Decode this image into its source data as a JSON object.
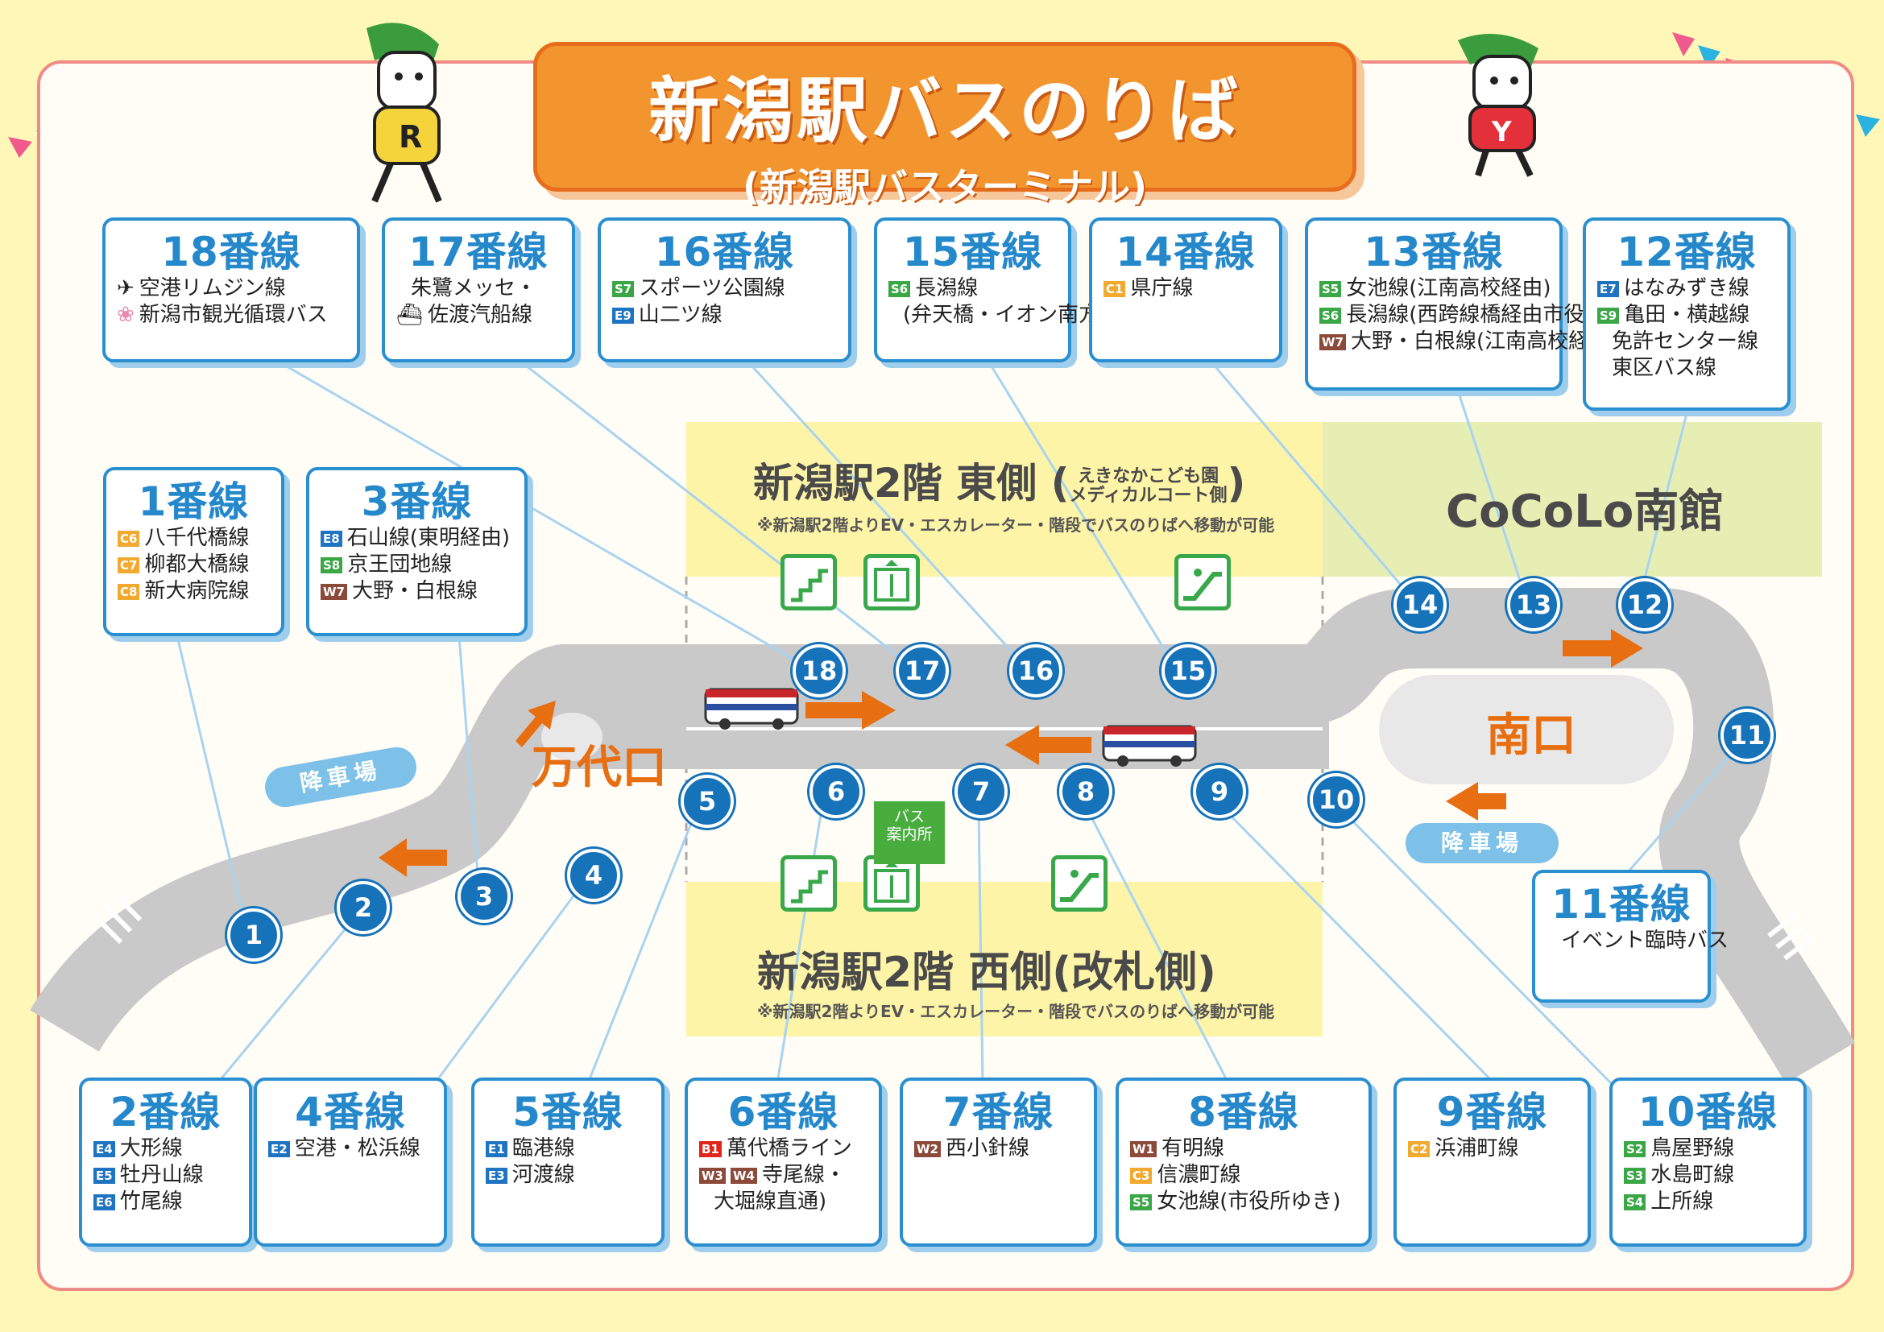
{
  "title": {
    "main": "新潟駅バスのりば",
    "sub": "(新潟駅バスターミナル)"
  },
  "areas": {
    "east": {
      "name": "新潟駅2階 東側",
      "paren_open": "(",
      "paren_l1": "えきなかこども園",
      "paren_l2": "メディカルコート側",
      "paren_close": ")",
      "note": "※新潟駅2階よりEV・エスカレーター・階段でバスのりばへ移動が可能"
    },
    "west": {
      "name": "新潟駅2階 西側(改札側)",
      "note": "※新潟駅2階よりEV・エスカレーター・階段でバスのりばへ移動が可能"
    },
    "cocolo": {
      "name": "CoCoLo南館"
    }
  },
  "gates": {
    "bandai": "万代口",
    "minami": "南口"
  },
  "drop_off": {
    "left": "降車場",
    "right": "降車場"
  },
  "info_booth": {
    "l1": "バス",
    "l2": "案内所"
  },
  "stops": [
    "1",
    "2",
    "3",
    "4",
    "5",
    "6",
    "7",
    "8",
    "9",
    "10",
    "11",
    "12",
    "13",
    "14",
    "15",
    "16",
    "17",
    "18"
  ],
  "colors": {
    "road": "#c9c9c9",
    "line_blue": "#2588cb",
    "stop_blue": "#1672b9",
    "arrow": "#e86e12",
    "east_area": "#fdf4a8",
    "cocolo_area": "#e6eeb4"
  },
  "lines": {
    "l18": {
      "title": "18番線",
      "routes": [
        {
          "icon": "airplane-icon",
          "badge": "",
          "color": "",
          "text": "空港リムジン線"
        },
        {
          "icon": "tulip-icon",
          "badge": "",
          "color": "",
          "text": "新潟市観光循環バス"
        }
      ]
    },
    "l17": {
      "title": "17番線",
      "routes": [
        {
          "icon": "",
          "badge": "",
          "color": "",
          "text": "朱鷺メッセ・"
        },
        {
          "icon": "ship-icon",
          "badge": "",
          "color": "",
          "text": "佐渡汽船線"
        }
      ]
    },
    "l16": {
      "title": "16番線",
      "routes": [
        {
          "icon": "",
          "badge": "S7",
          "color": "#3aa645",
          "text": "スポーツ公園線"
        },
        {
          "icon": "",
          "badge": "E9",
          "color": "#1e74c2",
          "text": "山二ツ線"
        }
      ]
    },
    "l15": {
      "title": "15番線",
      "routes": [
        {
          "icon": "",
          "badge": "S6",
          "color": "#3aa645",
          "text": "長潟線"
        },
        {
          "icon": "",
          "badge": "",
          "color": "",
          "text": "(弁天橋・イオン南方面)"
        }
      ]
    },
    "l14": {
      "title": "14番線",
      "routes": [
        {
          "icon": "",
          "badge": "C1",
          "color": "#f2a92f",
          "text": "県庁線"
        }
      ]
    },
    "l13": {
      "title": "13番線",
      "routes": [
        {
          "icon": "",
          "badge": "S5",
          "color": "#3aa645",
          "text": "女池線(江南高校経由)"
        },
        {
          "icon": "",
          "badge": "S6",
          "color": "#3aa645",
          "text": "長潟線(西跨線橋経由市役所ゆき)"
        },
        {
          "icon": "",
          "badge": "W7",
          "color": "#8b4a3a",
          "text": "大野・白根線(江南高校経由)"
        }
      ]
    },
    "l12": {
      "title": "12番線",
      "routes": [
        {
          "icon": "",
          "badge": "E7",
          "color": "#1e74c2",
          "text": "はなみずき線"
        },
        {
          "icon": "",
          "badge": "S9",
          "color": "#3aa645",
          "text": "亀田・横越線"
        },
        {
          "icon": "",
          "badge": "",
          "color": "",
          "text": "免許センター線"
        },
        {
          "icon": "",
          "badge": "",
          "color": "",
          "text": "東区バス線"
        }
      ]
    },
    "l1": {
      "title": "1番線",
      "routes": [
        {
          "icon": "",
          "badge": "C6",
          "color": "#f2a92f",
          "text": "八千代橋線"
        },
        {
          "icon": "",
          "badge": "C7",
          "color": "#f2a92f",
          "text": "柳都大橋線"
        },
        {
          "icon": "",
          "badge": "C8",
          "color": "#f2a92f",
          "text": "新大病院線"
        }
      ]
    },
    "l3": {
      "title": "3番線",
      "routes": [
        {
          "icon": "",
          "badge": "E8",
          "color": "#1e74c2",
          "text": "石山線(東明経由)"
        },
        {
          "icon": "",
          "badge": "S8",
          "color": "#3aa645",
          "text": "京王団地線"
        },
        {
          "icon": "",
          "badge": "W7",
          "color": "#8b4a3a",
          "text": "大野・白根線"
        }
      ]
    },
    "l11": {
      "title": "11番線",
      "routes": [
        {
          "icon": "",
          "badge": "",
          "color": "",
          "text": "イベント臨時バス"
        }
      ]
    },
    "l2": {
      "title": "2番線",
      "routes": [
        {
          "icon": "",
          "badge": "E4",
          "color": "#1e74c2",
          "text": "大形線"
        },
        {
          "icon": "",
          "badge": "E5",
          "color": "#1e74c2",
          "text": "牡丹山線"
        },
        {
          "icon": "",
          "badge": "E6",
          "color": "#1e74c2",
          "text": "竹尾線"
        }
      ]
    },
    "l4": {
      "title": "4番線",
      "routes": [
        {
          "icon": "",
          "badge": "E2",
          "color": "#1e74c2",
          "text": "空港・松浜線"
        }
      ]
    },
    "l5": {
      "title": "5番線",
      "routes": [
        {
          "icon": "",
          "badge": "E1",
          "color": "#1e74c2",
          "text": "臨港線"
        },
        {
          "icon": "",
          "badge": "E3",
          "color": "#1e74c2",
          "text": "河渡線"
        }
      ]
    },
    "l6": {
      "title": "6番線",
      "routes": [
        {
          "icon": "",
          "badge": "B1",
          "color": "#e0251b",
          "text": "萬代橋ライン"
        },
        {
          "icon": "",
          "badge": "W3 W4",
          "color": "#8b4a3a",
          "text": "寺尾線・"
        },
        {
          "icon": "",
          "badge": "",
          "color": "",
          "text": "大堀線直通)"
        }
      ]
    },
    "l7": {
      "title": "7番線",
      "routes": [
        {
          "icon": "",
          "badge": "W2",
          "color": "#8b4a3a",
          "text": "西小針線"
        }
      ]
    },
    "l8": {
      "title": "8番線",
      "routes": [
        {
          "icon": "",
          "badge": "W1",
          "color": "#8b4a3a",
          "text": "有明線"
        },
        {
          "icon": "",
          "badge": "C3",
          "color": "#f2a92f",
          "text": "信濃町線"
        },
        {
          "icon": "",
          "badge": "S5",
          "color": "#3aa645",
          "text": "女池線(市役所ゆき)"
        }
      ]
    },
    "l9": {
      "title": "9番線",
      "routes": [
        {
          "icon": "",
          "badge": "C2",
          "color": "#f2a92f",
          "text": "浜浦町線"
        }
      ]
    },
    "l10": {
      "title": "10番線",
      "routes": [
        {
          "icon": "",
          "badge": "S2",
          "color": "#3aa645",
          "text": "鳥屋野線"
        },
        {
          "icon": "",
          "badge": "S3",
          "color": "#3aa645",
          "text": "水島町線"
        },
        {
          "icon": "",
          "badge": "S4",
          "color": "#3aa645",
          "text": "上所線"
        }
      ]
    }
  }
}
